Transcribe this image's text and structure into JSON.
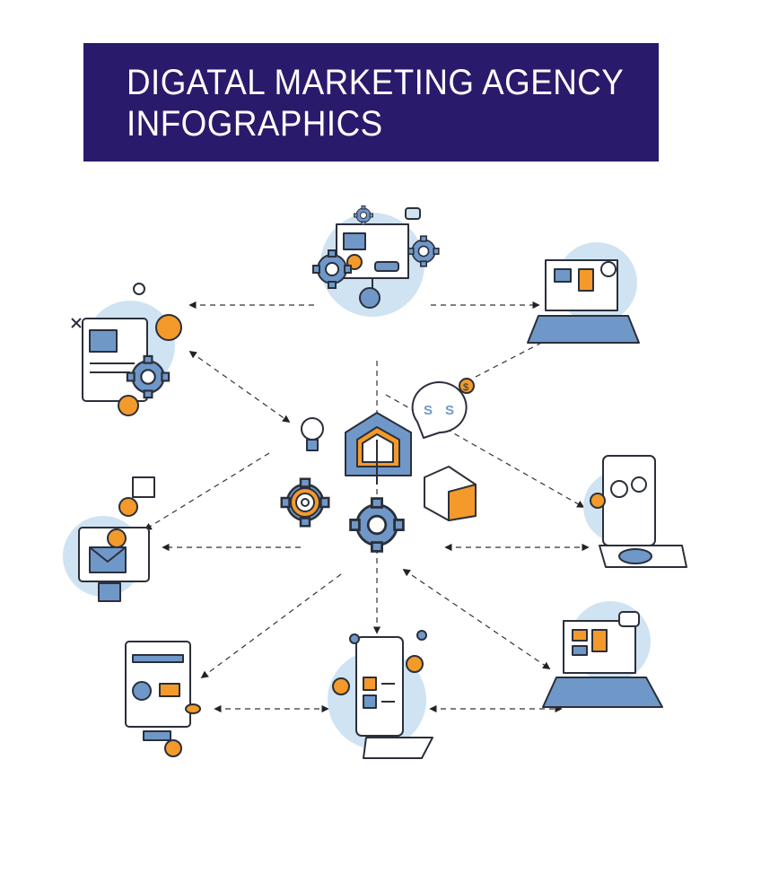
{
  "header": {
    "title_line1": "DIGATAL MARKETING AGENCY",
    "title_line2": "INFOGRAPHICS"
  },
  "colors": {
    "title_bg": "#2a1a6c",
    "accent_orange": "#f39a2b",
    "accent_blue": "#6f98c9",
    "blob_blue": "#cfe3f2"
  },
  "icons": {
    "currency_symbols": [
      "S",
      "S",
      "$"
    ]
  }
}
